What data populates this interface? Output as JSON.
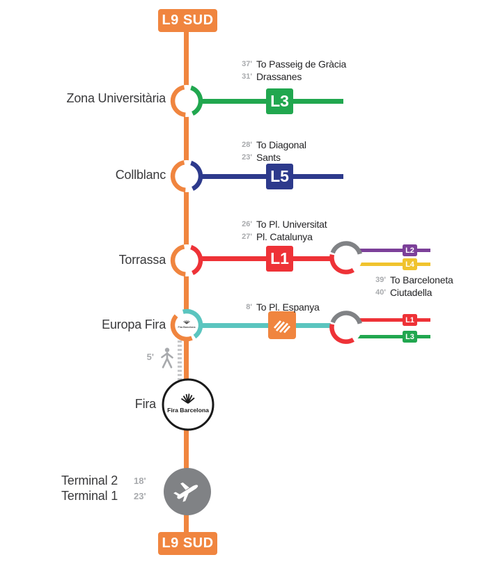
{
  "line": {
    "badge_top": "L9 SUD",
    "badge_bottom": "L9 SUD"
  },
  "zona": {
    "label": "Zona Universitària",
    "badge": "L3",
    "t1": "37'",
    "d1": "To Passeig de Gràcia",
    "t2": "31'",
    "d2": "Drassanes"
  },
  "collblanc": {
    "label": "Collblanc",
    "badge": "L5",
    "t1": "28'",
    "d1": "To Diagonal",
    "t2": "23'",
    "d2": "Sants"
  },
  "torrassa": {
    "label": "Torrassa",
    "badge": "L1",
    "t1": "26'",
    "d1": "To Pl. Universitat",
    "t2": "27'",
    "d2": "Pl. Catalunya",
    "xbadge1": "L2",
    "xbadge2": "L4",
    "xt1": "39'",
    "xd1": "To Barceloneta",
    "xt2": "40'",
    "xd2": "Ciutadella"
  },
  "europa": {
    "label": "Europa Fira",
    "t1": "8'",
    "d1": "To Pl. Espanya",
    "xbadge1": "L1",
    "xbadge2": "L3",
    "walk": "5'"
  },
  "fira": {
    "label": "Fira",
    "logo": "Fira Barcelona"
  },
  "airport": {
    "label1": "Terminal 2",
    "time1": "18'",
    "label2": "Terminal 1",
    "time2": "23'"
  },
  "colors": {
    "l9_orange": "#F0853F",
    "l3_green": "#21A74F",
    "l5_navy": "#2D3A8C",
    "l1_red": "#EE3237",
    "l2_purple": "#7C4099",
    "l4_yellow": "#F0C32E",
    "fgc_teal": "#5BC5BF",
    "icon_gray": "#808285",
    "time_gray": "#A8AAAD"
  }
}
